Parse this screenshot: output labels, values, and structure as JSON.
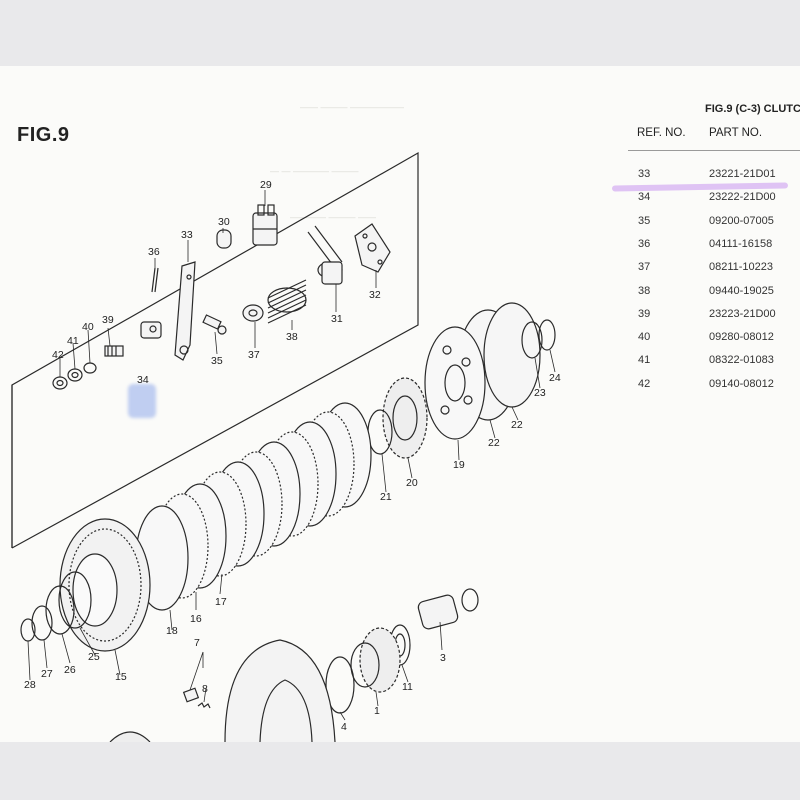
{
  "figure": {
    "label": "FIG.9",
    "table_title": "FIG.9 (C-3) CLUTC"
  },
  "parts_table": {
    "headers": {
      "ref": "REF. NO.",
      "part": "PART NO."
    },
    "rows": [
      {
        "ref": "33",
        "part": "23221-21D01"
      },
      {
        "ref": "34",
        "part": "23222-21D00",
        "highlighted": true
      },
      {
        "ref": "35",
        "part": "09200-07005"
      },
      {
        "ref": "36",
        "part": "04111-16158"
      },
      {
        "ref": "37",
        "part": "08211-10223"
      },
      {
        "ref": "38",
        "part": "09440-19025"
      },
      {
        "ref": "39",
        "part": "23223-21D00"
      },
      {
        "ref": "40",
        "part": "09280-08012"
      },
      {
        "ref": "41",
        "part": "08322-01083"
      },
      {
        "ref": "42",
        "part": "09140-08012"
      }
    ]
  },
  "diagram": {
    "labels": [
      "29",
      "30",
      "33",
      "36",
      "31",
      "32",
      "38",
      "37",
      "35",
      "39",
      "40",
      "41",
      "42",
      "34",
      "24",
      "23",
      "22",
      "22",
      "19",
      "20",
      "21",
      "18",
      "16",
      "17",
      "15",
      "25",
      "26",
      "27",
      "28",
      "3",
      "11",
      "1",
      "4",
      "7",
      "8"
    ],
    "highlight_color": "#c896f0",
    "marker_color": "#7896e6"
  }
}
